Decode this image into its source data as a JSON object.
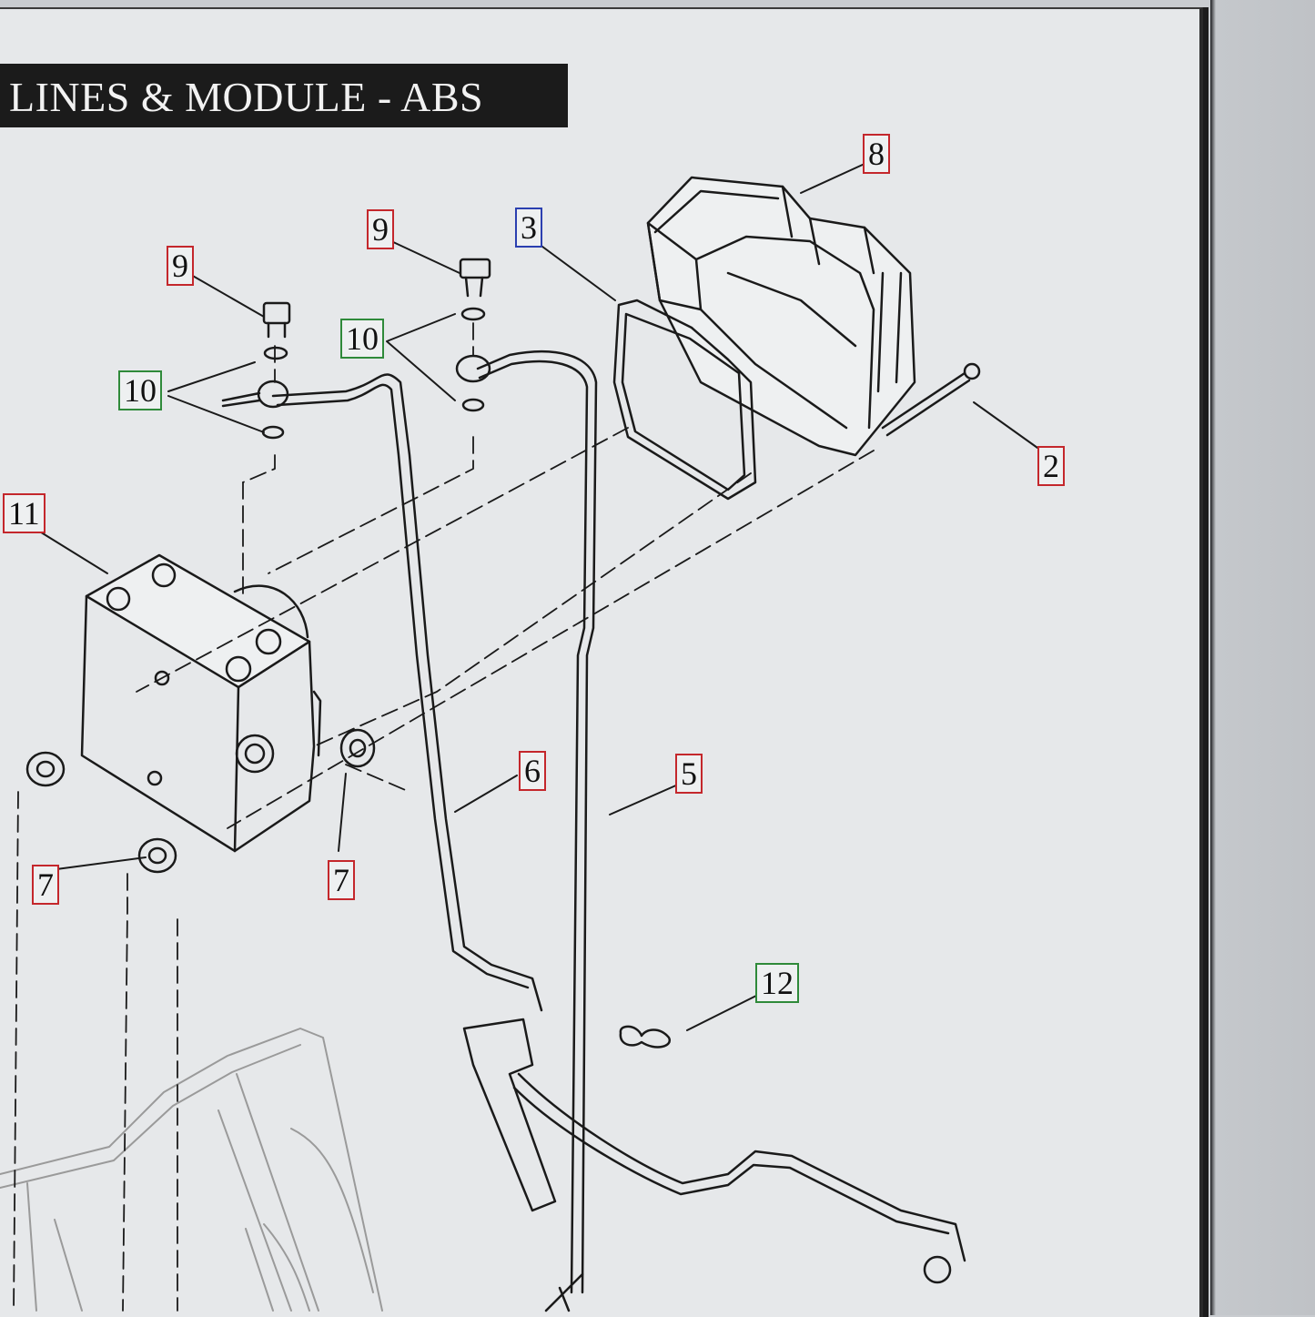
{
  "diagram": {
    "title": "LINES & MODULE - ABS",
    "colors": {
      "red": "#c4272c",
      "green": "#2f8a3a",
      "blue": "#2b3fb0"
    },
    "callouts": [
      {
        "id": "c8",
        "label": "8",
        "color": "red"
      },
      {
        "id": "c3",
        "label": "3",
        "color": "blue"
      },
      {
        "id": "c9a",
        "label": "9",
        "color": "red"
      },
      {
        "id": "c9b",
        "label": "9",
        "color": "red"
      },
      {
        "id": "c10a",
        "label": "10",
        "color": "green"
      },
      {
        "id": "c10b",
        "label": "10",
        "color": "green"
      },
      {
        "id": "c2",
        "label": "2",
        "color": "red"
      },
      {
        "id": "c11",
        "label": "11",
        "color": "red"
      },
      {
        "id": "c6",
        "label": "6",
        "color": "red"
      },
      {
        "id": "c5",
        "label": "5",
        "color": "red"
      },
      {
        "id": "c7a",
        "label": "7",
        "color": "red"
      },
      {
        "id": "c7b",
        "label": "7",
        "color": "red"
      },
      {
        "id": "c12",
        "label": "12",
        "color": "green"
      }
    ]
  }
}
